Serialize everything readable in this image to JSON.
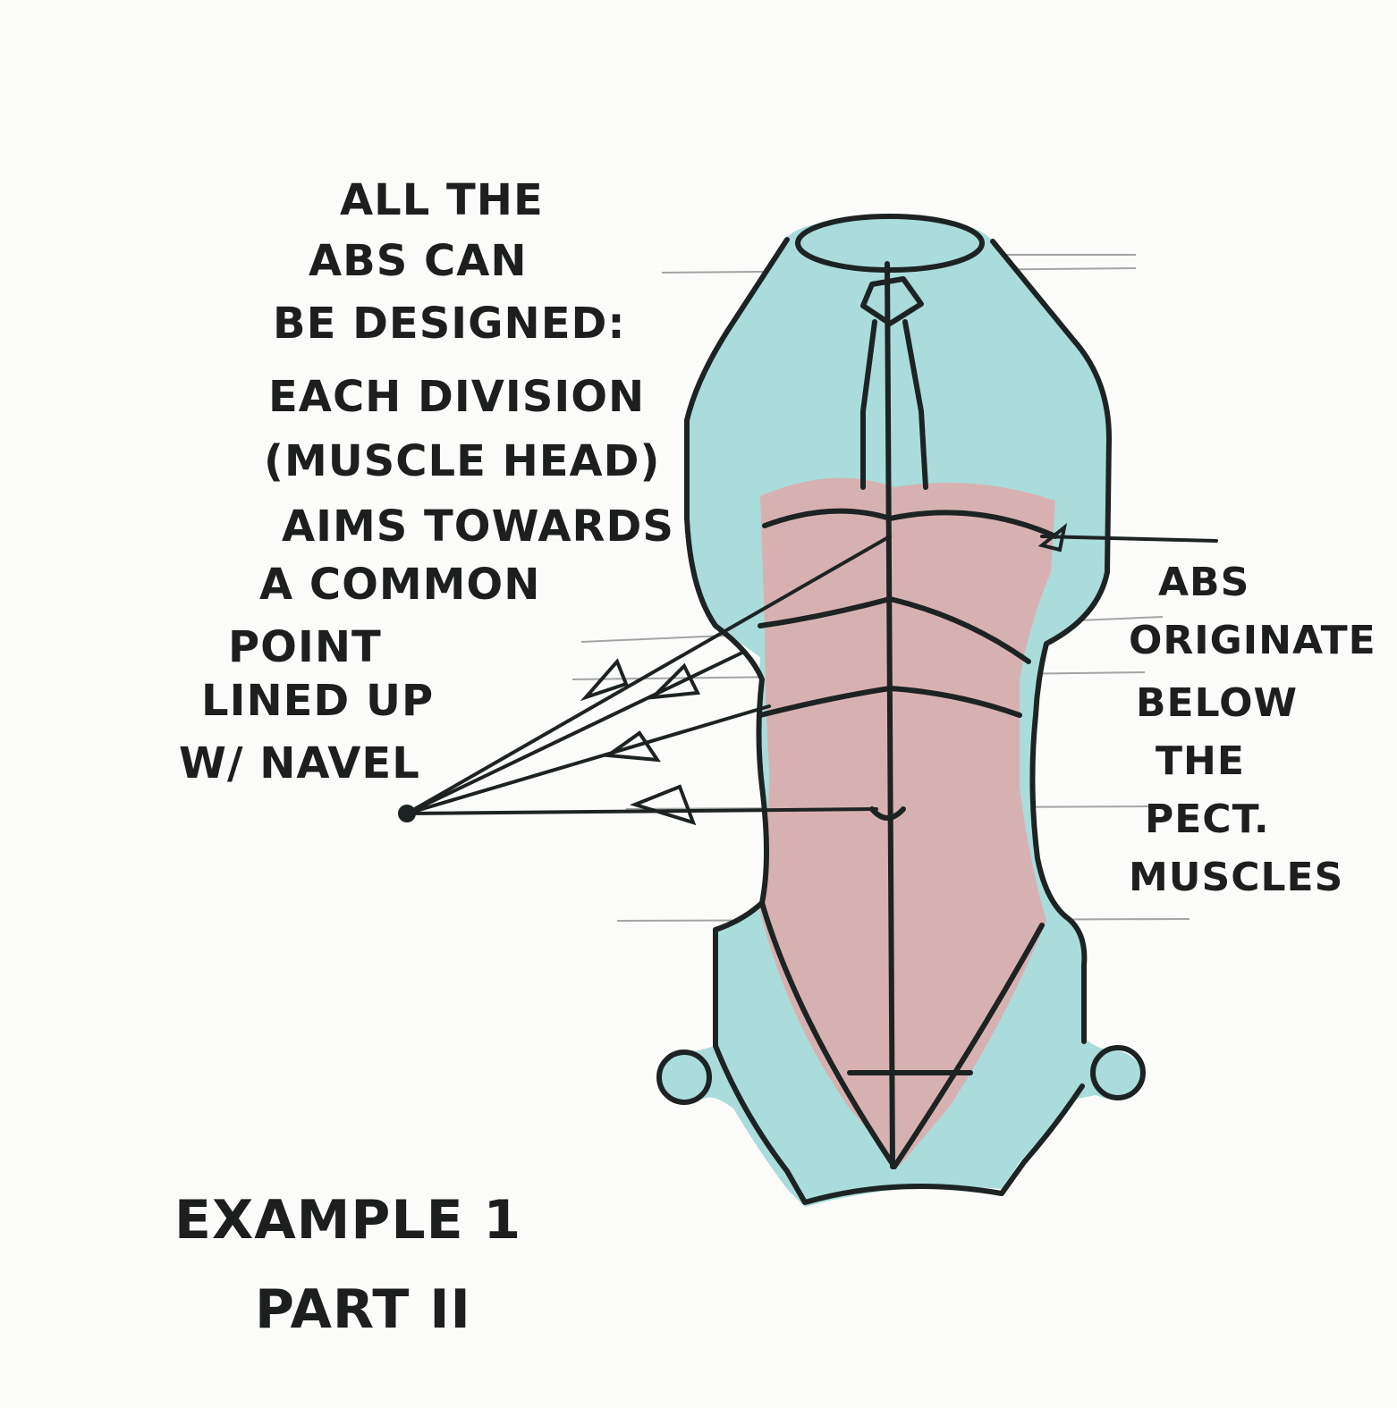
{
  "colors": {
    "paper": "#fbfbf9",
    "torso_fill": "#a9dcdb",
    "abs_fill": "#d7b1b1",
    "pencil": "#1d2323"
  },
  "left_note": {
    "lines": [
      "ALL THE",
      "ABS CAN",
      "BE DESIGNED:",
      "EACH DIVISION",
      "(MUSCLE HEAD)",
      "AIMS TOWARDS",
      "A COMMON",
      "POINT",
      "LINED UP",
      "W/ NAVEL"
    ]
  },
  "right_note": {
    "lines": [
      "ABS",
      "ORIGINATE",
      "BELOW",
      "THE",
      "PECT.",
      "MUSCLES"
    ]
  },
  "example_label": {
    "lines": [
      "EXAMPLE 1",
      "PART II"
    ]
  }
}
